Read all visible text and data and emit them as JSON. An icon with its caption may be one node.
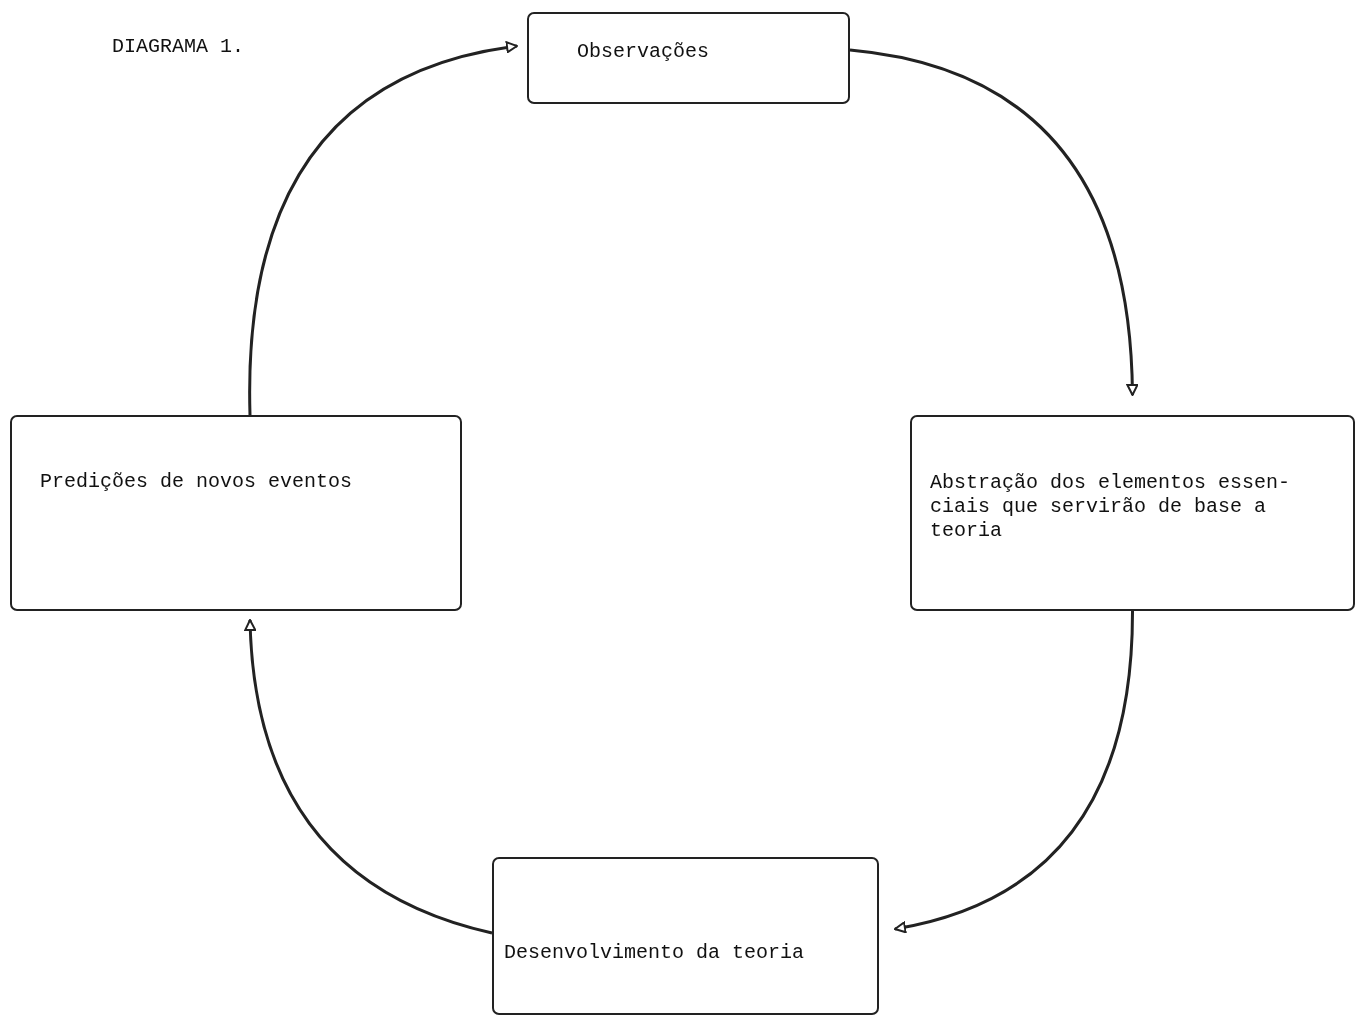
{
  "diagram": {
    "title": "DIAGRAMA 1.",
    "nodes": [
      {
        "text": [
          "Observações"
        ]
      },
      {
        "text": [
          "Abstração dos elementos essen-ciais que servirão de base a teoria"
        ]
      },
      {
        "text": [
          "Desenvolvimento da teoria"
        ]
      },
      {
        "text": [
          "Predições de novos eventos"
        ]
      }
    ],
    "edges": [
      {
        "from": 0,
        "to": 1,
        "arrow": "to"
      },
      {
        "from": 1,
        "to": 2,
        "arrow": "to"
      },
      {
        "from": 2,
        "to": 3,
        "arrow": "to"
      },
      {
        "from": 3,
        "to": 0,
        "arrow": "to"
      }
    ]
  }
}
